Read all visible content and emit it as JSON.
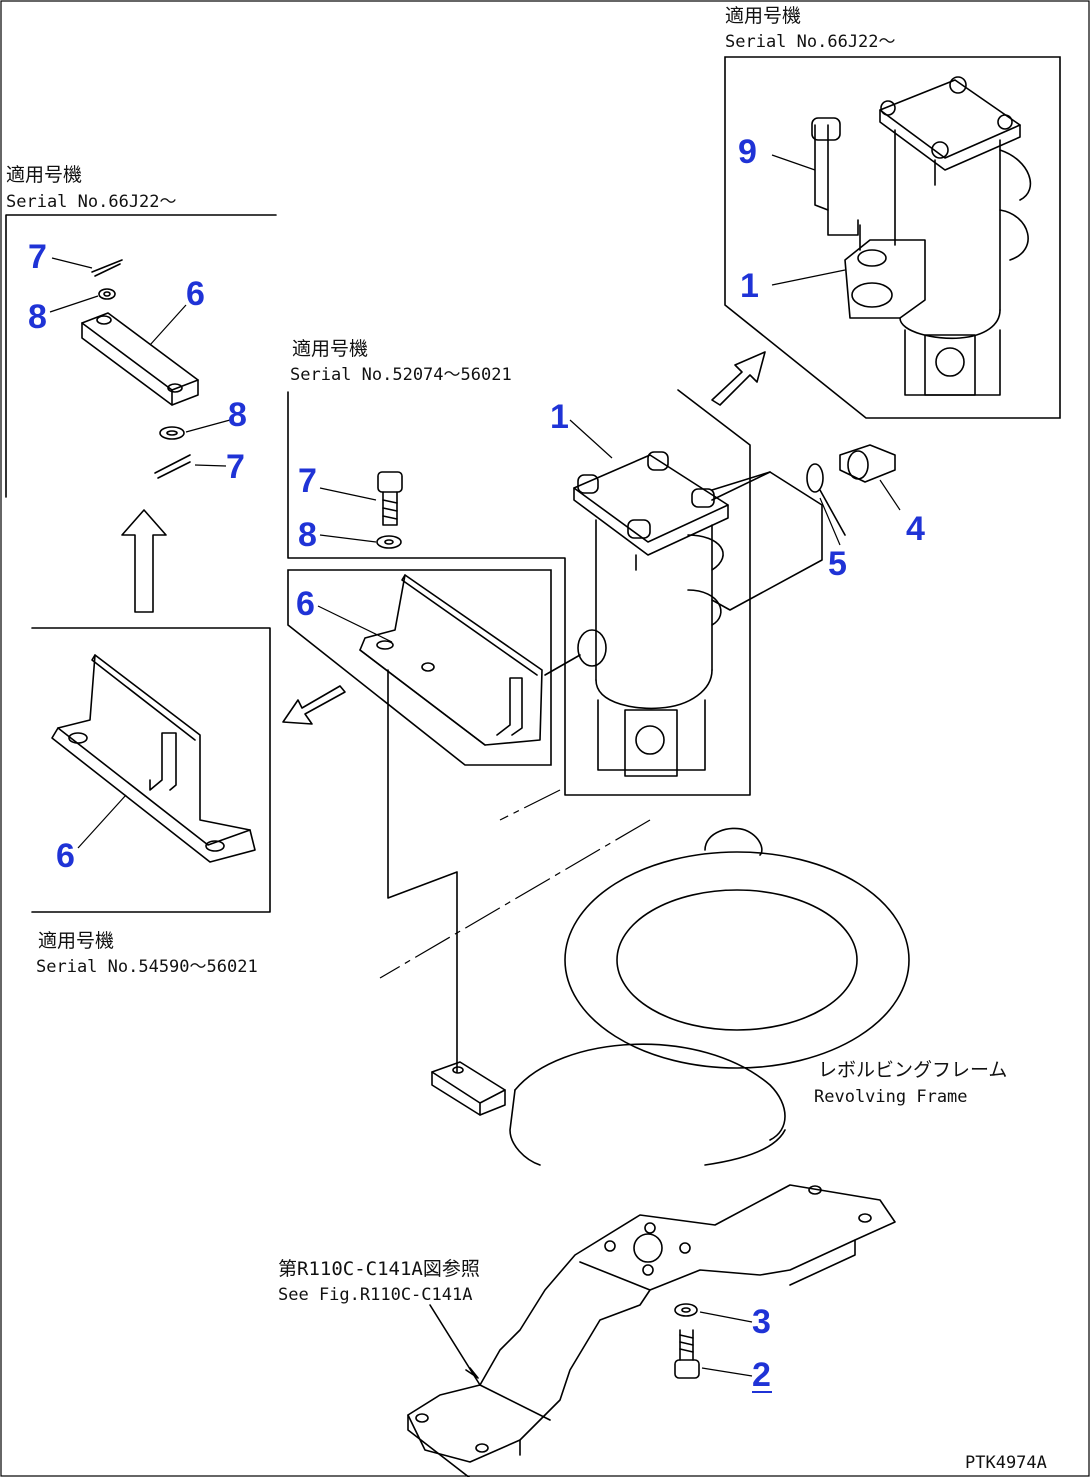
{
  "captions": {
    "box_top_right": {
      "jp": "適用号機",
      "serial": "Serial No.66J22～"
    },
    "box_top_left": {
      "jp": "適用号機",
      "serial": "Serial No.66J22～"
    },
    "box_middle": {
      "jp": "適用号機",
      "serial": "Serial No.52074～56021"
    },
    "box_bottom_left": {
      "jp": "適用号機",
      "serial": "Serial No.54590～56021"
    },
    "revolving_frame": {
      "jp": "レボルビングフレーム",
      "en": "Revolving Frame"
    },
    "figure_ref": {
      "jp": "第R110C-C141A図参照",
      "en": "See Fig.R110C-C141A"
    },
    "drawing_id": "PTK4974A"
  },
  "callouts": {
    "c9": "9",
    "c1a": "1",
    "c1b": "1",
    "c4": "4",
    "c5": "5",
    "c7a": "7",
    "c8a": "8",
    "c6a": "6",
    "c8b": "8",
    "c7b": "7",
    "c7c": "7",
    "c8c": "8",
    "c6b": "6",
    "c6c": "6",
    "c3": "3",
    "c2": "2"
  },
  "colors": {
    "callout": "#1f33d6",
    "line": "#000000",
    "background": "#ffffff"
  }
}
